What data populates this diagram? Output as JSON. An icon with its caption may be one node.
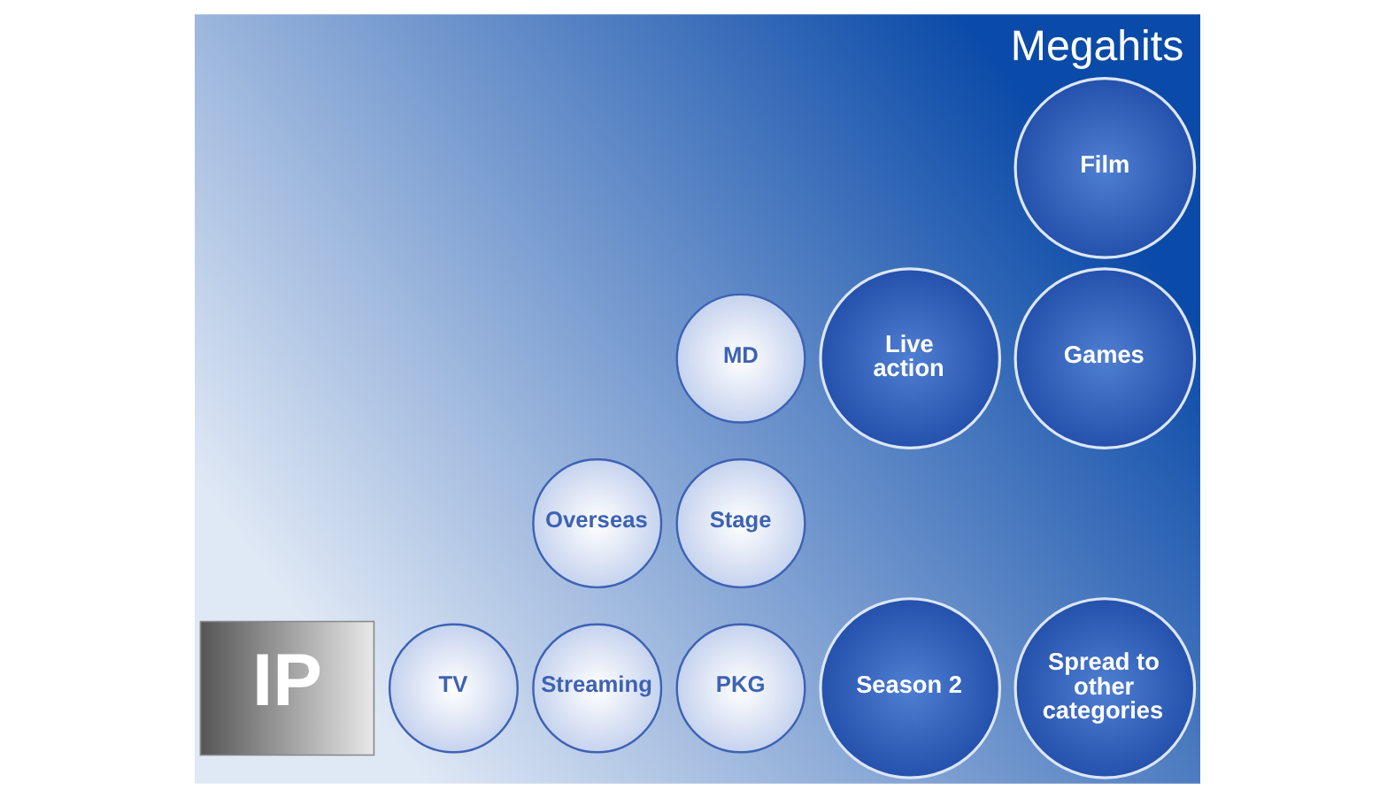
{
  "diagram": {
    "title": "Megahits",
    "nodes": [
      {
        "text": [
          "Film"
        ]
      },
      {
        "text": [
          "MD"
        ]
      },
      {
        "text": [
          "Live action"
        ]
      },
      {
        "text": [
          "Games"
        ]
      },
      {
        "text": [
          "Overseas"
        ]
      },
      {
        "text": [
          "Stage"
        ]
      },
      {
        "text": [
          "IP"
        ]
      },
      {
        "text": [
          "TV"
        ]
      },
      {
        "text": [
          "Streaming"
        ]
      },
      {
        "text": [
          "PKG"
        ]
      },
      {
        "text": [
          "Season 2"
        ]
      },
      {
        "text": [
          "Spread to other categories"
        ]
      }
    ]
  }
}
